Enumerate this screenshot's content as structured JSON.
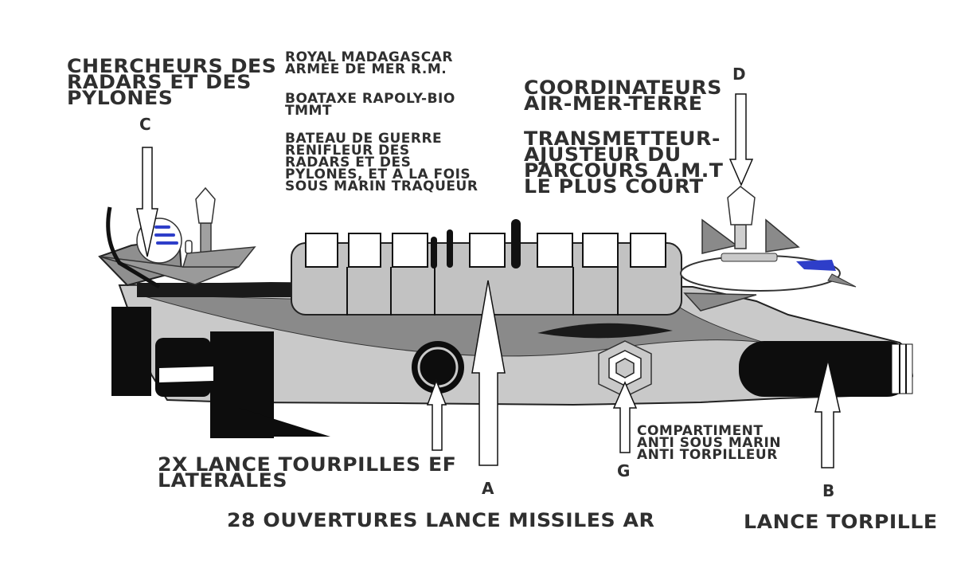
{
  "labels": {
    "c_title": [
      "CHERCHEURS DES",
      "RADARS ET DES",
      "PYLONES"
    ],
    "c_letter": "C",
    "org": [
      "ROYAL MADAGASCAR",
      "ARMÉE DE MER R.M."
    ],
    "model": [
      "BOATAXE  RAPOLY-BIO",
      "TMMT"
    ],
    "desc": [
      "BATEAU DE GUERRE",
      "RENIFLEUR DES",
      "RADARS ET DES",
      "PYLONES, ET A LA FOIS",
      "SOUS MARIN TRAQUEUR"
    ],
    "coord": [
      "COORDINATEURS",
      "AIR-MER-TERRE"
    ],
    "transm": [
      "TRANSMETTEUR-",
      "AJUSTEUR DU",
      "PARCOURS A.M.T",
      "LE PLUS COURT"
    ],
    "d_letter": "D",
    "comp": [
      "COMPARTIMENT",
      "ANTI SOUS MARIN",
      "ANTI TORPILLEUR"
    ],
    "g_letter": "G",
    "tourpilles": [
      "2X LANCE TOURPILLES  EF",
      "LATERALES"
    ],
    "a_letter": "A",
    "missiles": "28 OUVERTURES  LANCE MISSILES  AR",
    "b_letter": "B",
    "torpille": "LANCE TORPILLE"
  }
}
